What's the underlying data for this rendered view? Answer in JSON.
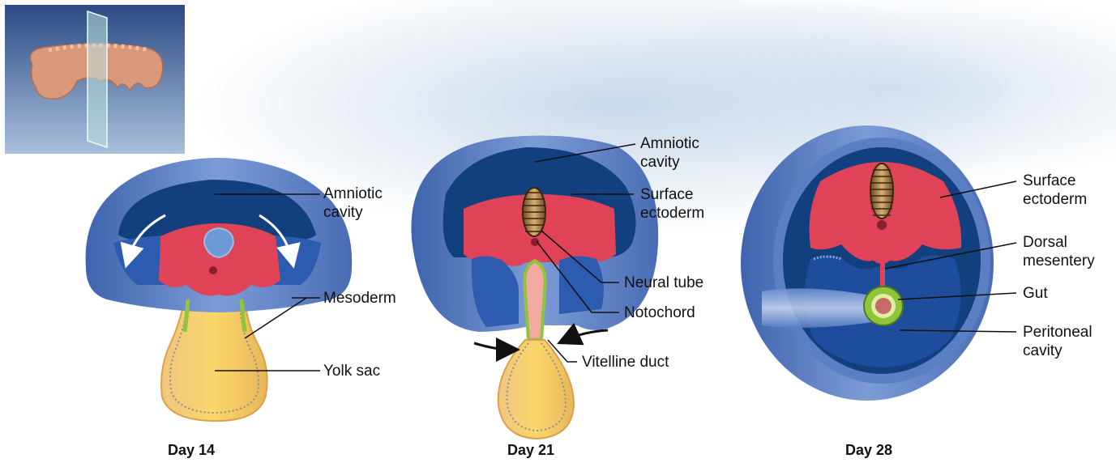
{
  "labels": {
    "day14": {
      "amniotic_cavity": "Amniotic\ncavity",
      "mesoderm": "Mesoderm",
      "yolk_sac": "Yolk sac"
    },
    "day21": {
      "amniotic_cavity": "Amniotic\ncavity",
      "surface_ectoderm": "Surface\nectoderm",
      "neural_tube": "Neural tube",
      "notochord": "Notochord",
      "vitelline_duct": "Vitelline duct"
    },
    "day28": {
      "surface_ectoderm": "Surface\nectoderm",
      "dorsal_mesentery": "Dorsal\nmesentery",
      "gut": "Gut",
      "peritoneal_cavity": "Peritoneal\ncavity"
    }
  },
  "captions": {
    "day14": "Day 14",
    "day21": "Day 21",
    "day28": "Day 28"
  },
  "colors": {
    "amnion_blue": "#123f7e",
    "wall_blue": "#5b7fc4",
    "mesoderm_red": "#e04358",
    "yolk_yellow": "#f5c854",
    "gut_green": "#8fc43c",
    "neural_brown": "#5a3d1c"
  }
}
